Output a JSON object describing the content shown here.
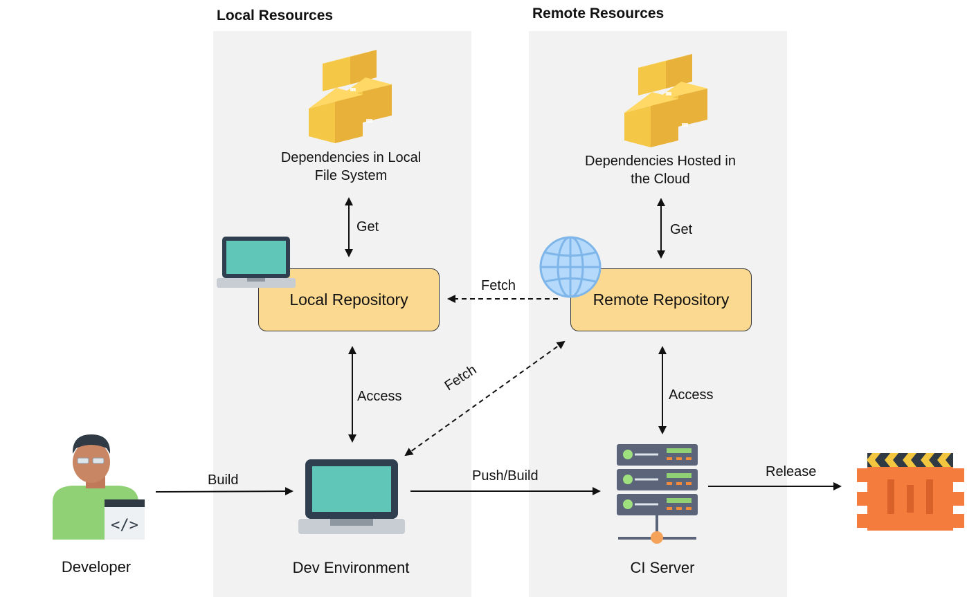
{
  "sections": {
    "local_title": "Local Resources",
    "remote_title": "Remote Resources"
  },
  "nodes": {
    "local_deps": "Dependencies in Local\nFile System",
    "remote_deps": "Dependencies Hosted in\nthe Cloud",
    "local_repo": "Local Repository",
    "remote_repo": "Remote Repository",
    "developer": "Developer",
    "dev_env": "Dev Environment",
    "ci_server": "CI Server"
  },
  "edges": {
    "get_local": "Get",
    "get_remote": "Get",
    "fetch_repo": "Fetch",
    "fetch_diag": "Fetch",
    "access_local": "Access",
    "access_remote": "Access",
    "build": "Build",
    "push_build": "Push/Build",
    "release": "Release"
  },
  "icons": [
    "boxes-icon",
    "boxes-icon",
    "laptop-icon",
    "globe-icon",
    "developer-icon",
    "laptop-icon",
    "server-icon",
    "release-container-icon"
  ],
  "colors": {
    "panel": "#f2f2f2",
    "repo_box": "#fcd991",
    "box_yellow": "#f5c242",
    "screen": "#5fc6b8",
    "orange": "#f47c3c"
  }
}
